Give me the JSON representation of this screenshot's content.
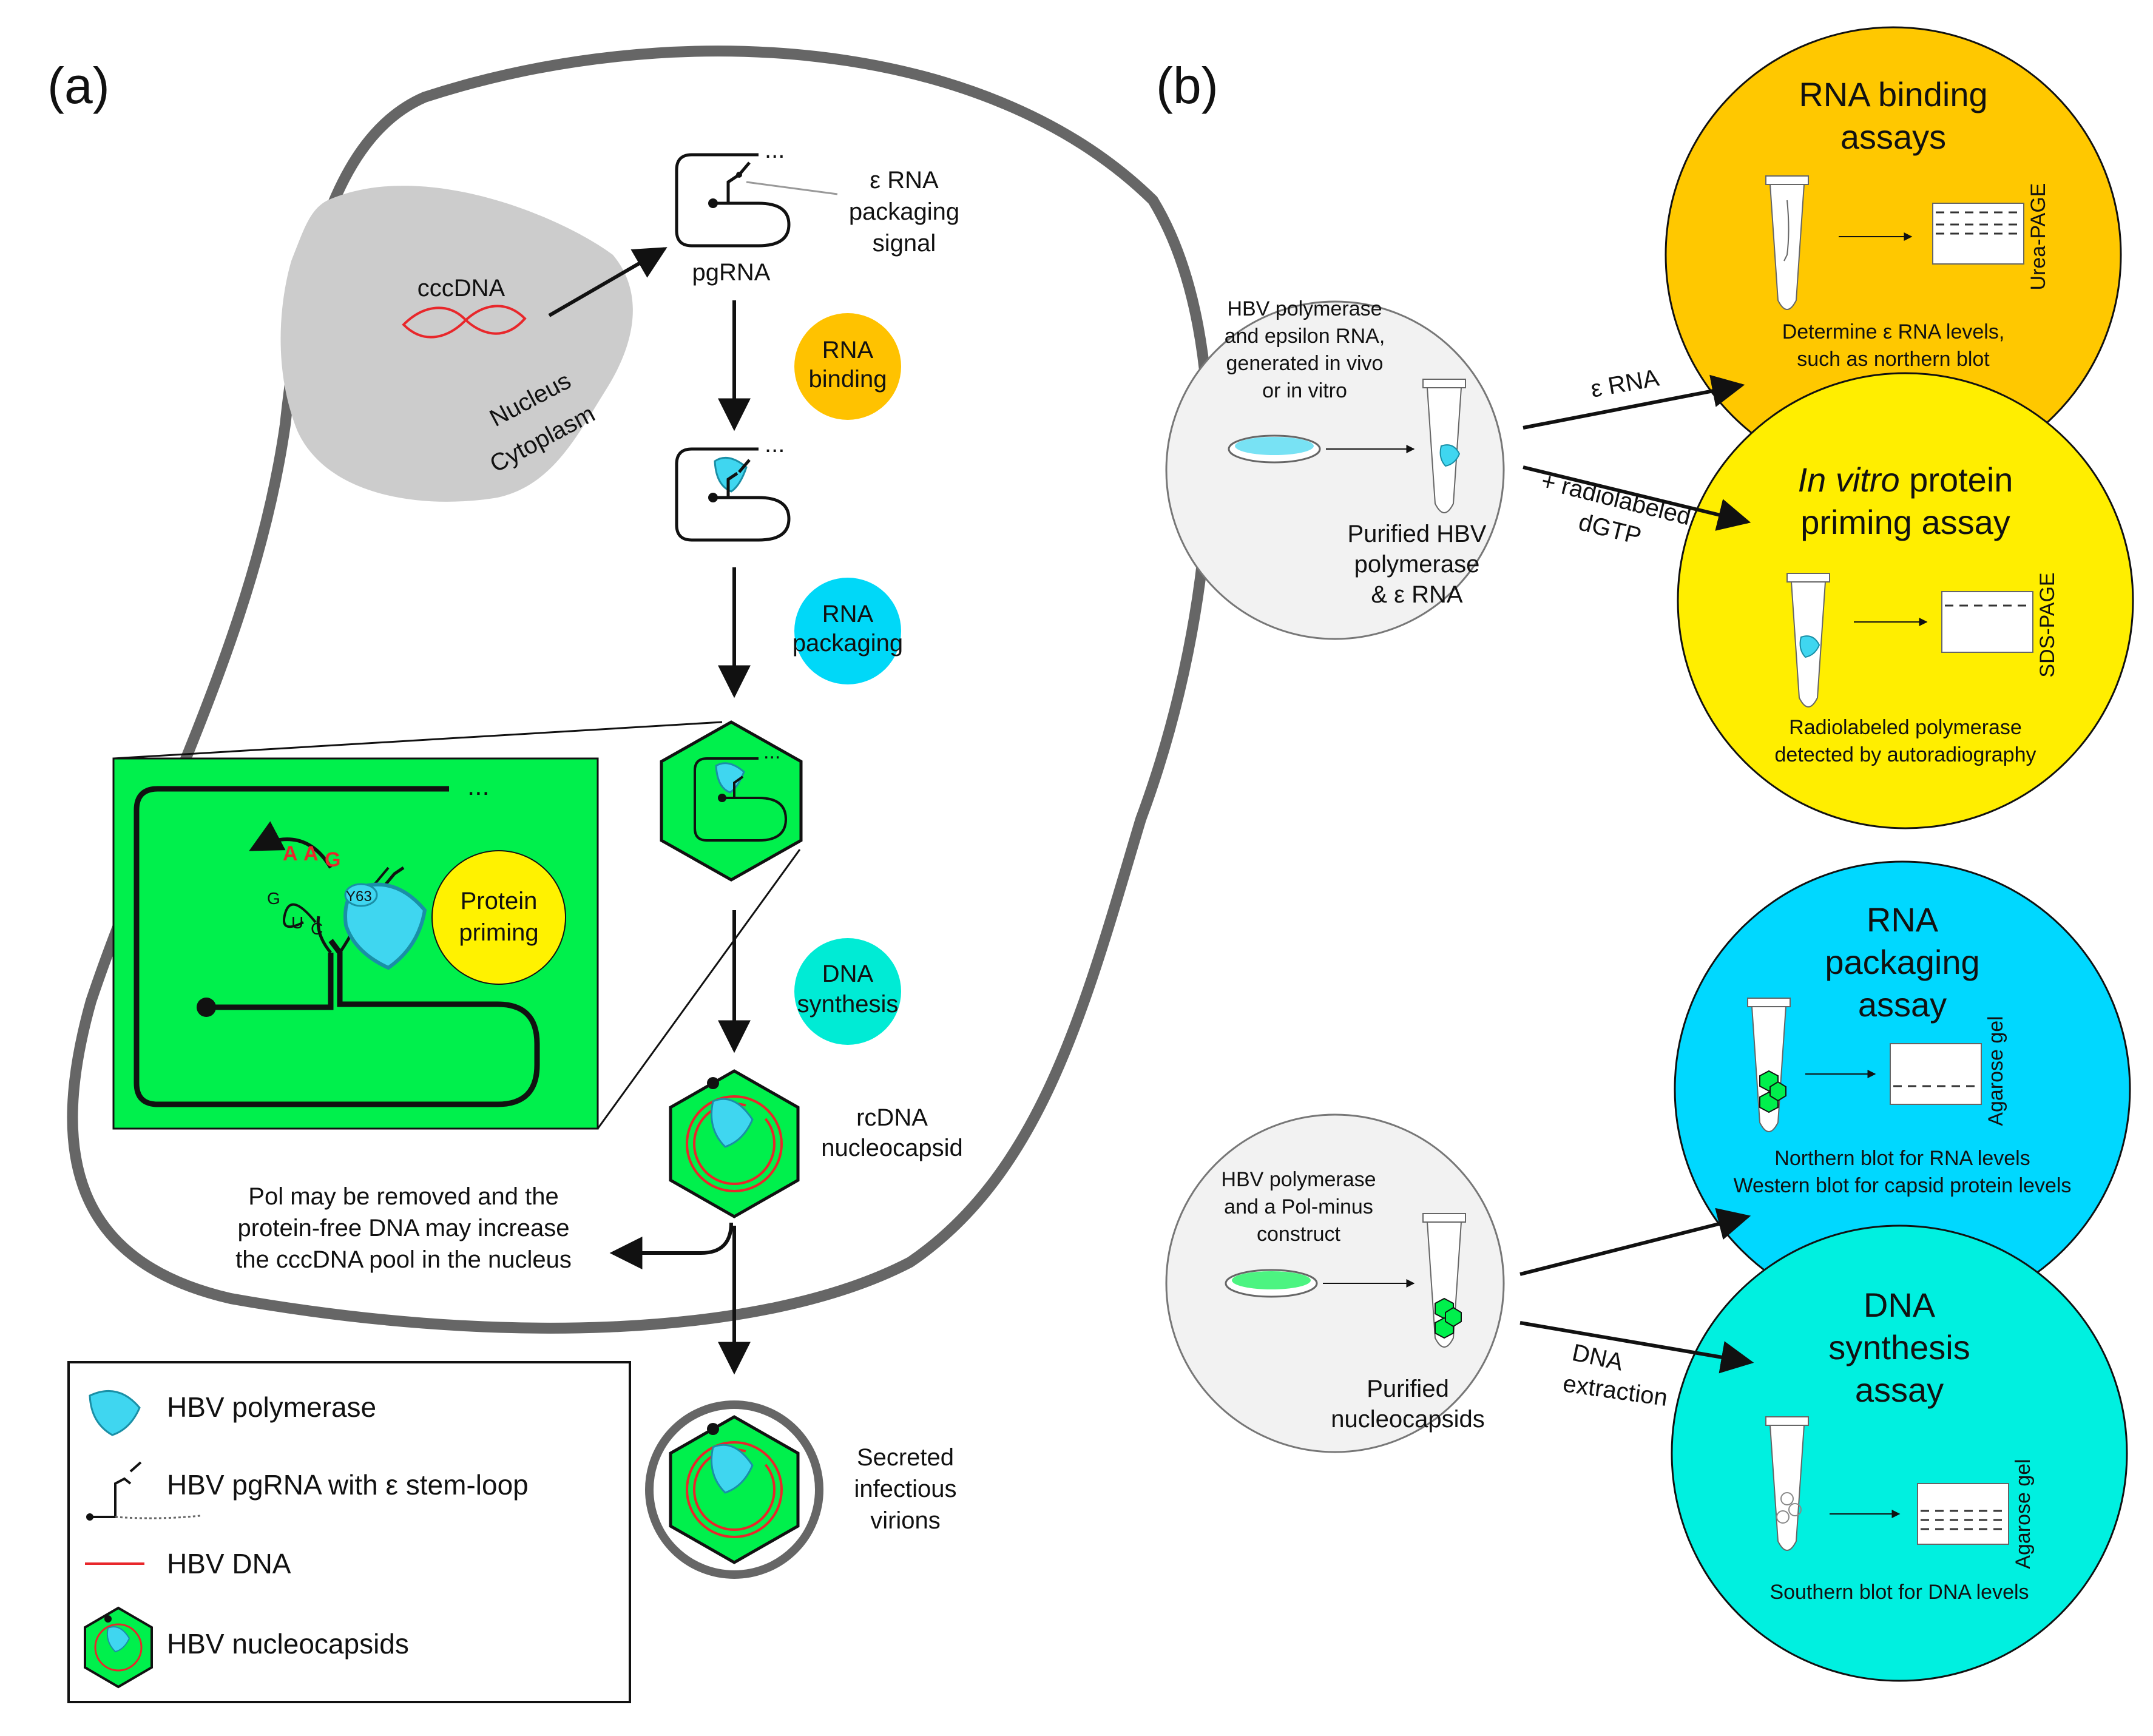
{
  "panel_a": {
    "label": "(a)",
    "cccdna": "cccDNA",
    "nucleus": "Nucleus",
    "cytoplasm": "Cytoplasm",
    "pgrna": "pgRNA",
    "epsilon_signal": [
      "ε RNA",
      "packaging",
      "signal"
    ],
    "rna_binding": [
      "RNA",
      "binding"
    ],
    "rna_packaging": [
      "RNA",
      "packaging"
    ],
    "protein_priming": [
      "Protein",
      "priming"
    ],
    "dna_synthesis": [
      "DNA",
      "synthesis"
    ],
    "rcdna": [
      "rcDNA",
      "nucleocapsid"
    ],
    "pol_removed": [
      "Pol may be removed and the",
      "protein-free DNA may increase",
      "the cccDNA pool in the nucleus"
    ],
    "secreted": [
      "Secreted",
      "infectious",
      "virions"
    ],
    "priming_nt": {
      "a1": "A",
      "a2": "A",
      "g": "G",
      "g2": "G",
      "u": "U",
      "c": "C",
      "y63": "Y63"
    },
    "ellipsis": "..."
  },
  "legend": {
    "polymerase": "HBV polymerase",
    "pgrna": "HBV pgRNA with ε stem-loop",
    "dna": "HBV DNA",
    "nucleocapsids": "HBV nucleocapsids"
  },
  "panel_b": {
    "label": "(b)",
    "source1": {
      "text": [
        "HBV polymerase",
        "and epsilon RNA,",
        "generated in vivo",
        "or in vitro"
      ],
      "purified": [
        "Purified HBV",
        "polymerase",
        "& ε RNA"
      ]
    },
    "source2": {
      "text": [
        "HBV polymerase",
        "and a Pol-minus",
        "construct"
      ],
      "purified": [
        "Purified",
        "nucleocapsids"
      ]
    },
    "arrow_erna": "ε RNA",
    "arrow_dgtp": [
      "+ radiolabeled",
      "dGTP"
    ],
    "arrow_dna": [
      "DNA",
      "extraction"
    ],
    "assay_binding": {
      "title": [
        "RNA binding",
        "assays"
      ],
      "gel": "Urea-PAGE",
      "desc": [
        "Determine ε RNA levels,",
        "such as northern blot"
      ],
      "color": "#FFC800"
    },
    "assay_priming": {
      "title_italic": "In vitro",
      "title_rest": " protein",
      "title2": "priming assay",
      "gel": "SDS-PAGE",
      "desc": [
        "Radiolabeled polymerase",
        "detected by autoradiography"
      ],
      "color": "#FFEE00"
    },
    "assay_packaging": {
      "title": [
        "RNA",
        "packaging",
        "assay"
      ],
      "gel": "Agarose gel",
      "desc": [
        "Northern blot for RNA levels",
        "Western blot for capsid protein levels"
      ],
      "color": "#00D8FF"
    },
    "assay_synthesis": {
      "title": [
        "DNA",
        "synthesis",
        "assay"
      ],
      "gel": "Agarose gel",
      "desc": [
        "Southern blot for DNA levels"
      ],
      "color": "#00F0E0"
    }
  },
  "colors": {
    "nucleocapsid_green": "#00F04C",
    "polymerase_cyan": "#3FD6F0",
    "dna_red": "#E8272B",
    "nucleus_gray": "#CCCCCC",
    "cell_border": "#666666",
    "rna_binding_circle": "#FFC200",
    "rna_packaging_circle": "#00D8F8",
    "protein_priming_circle": "#FFF200",
    "dna_synthesis_circle": "#00EBD5"
  }
}
